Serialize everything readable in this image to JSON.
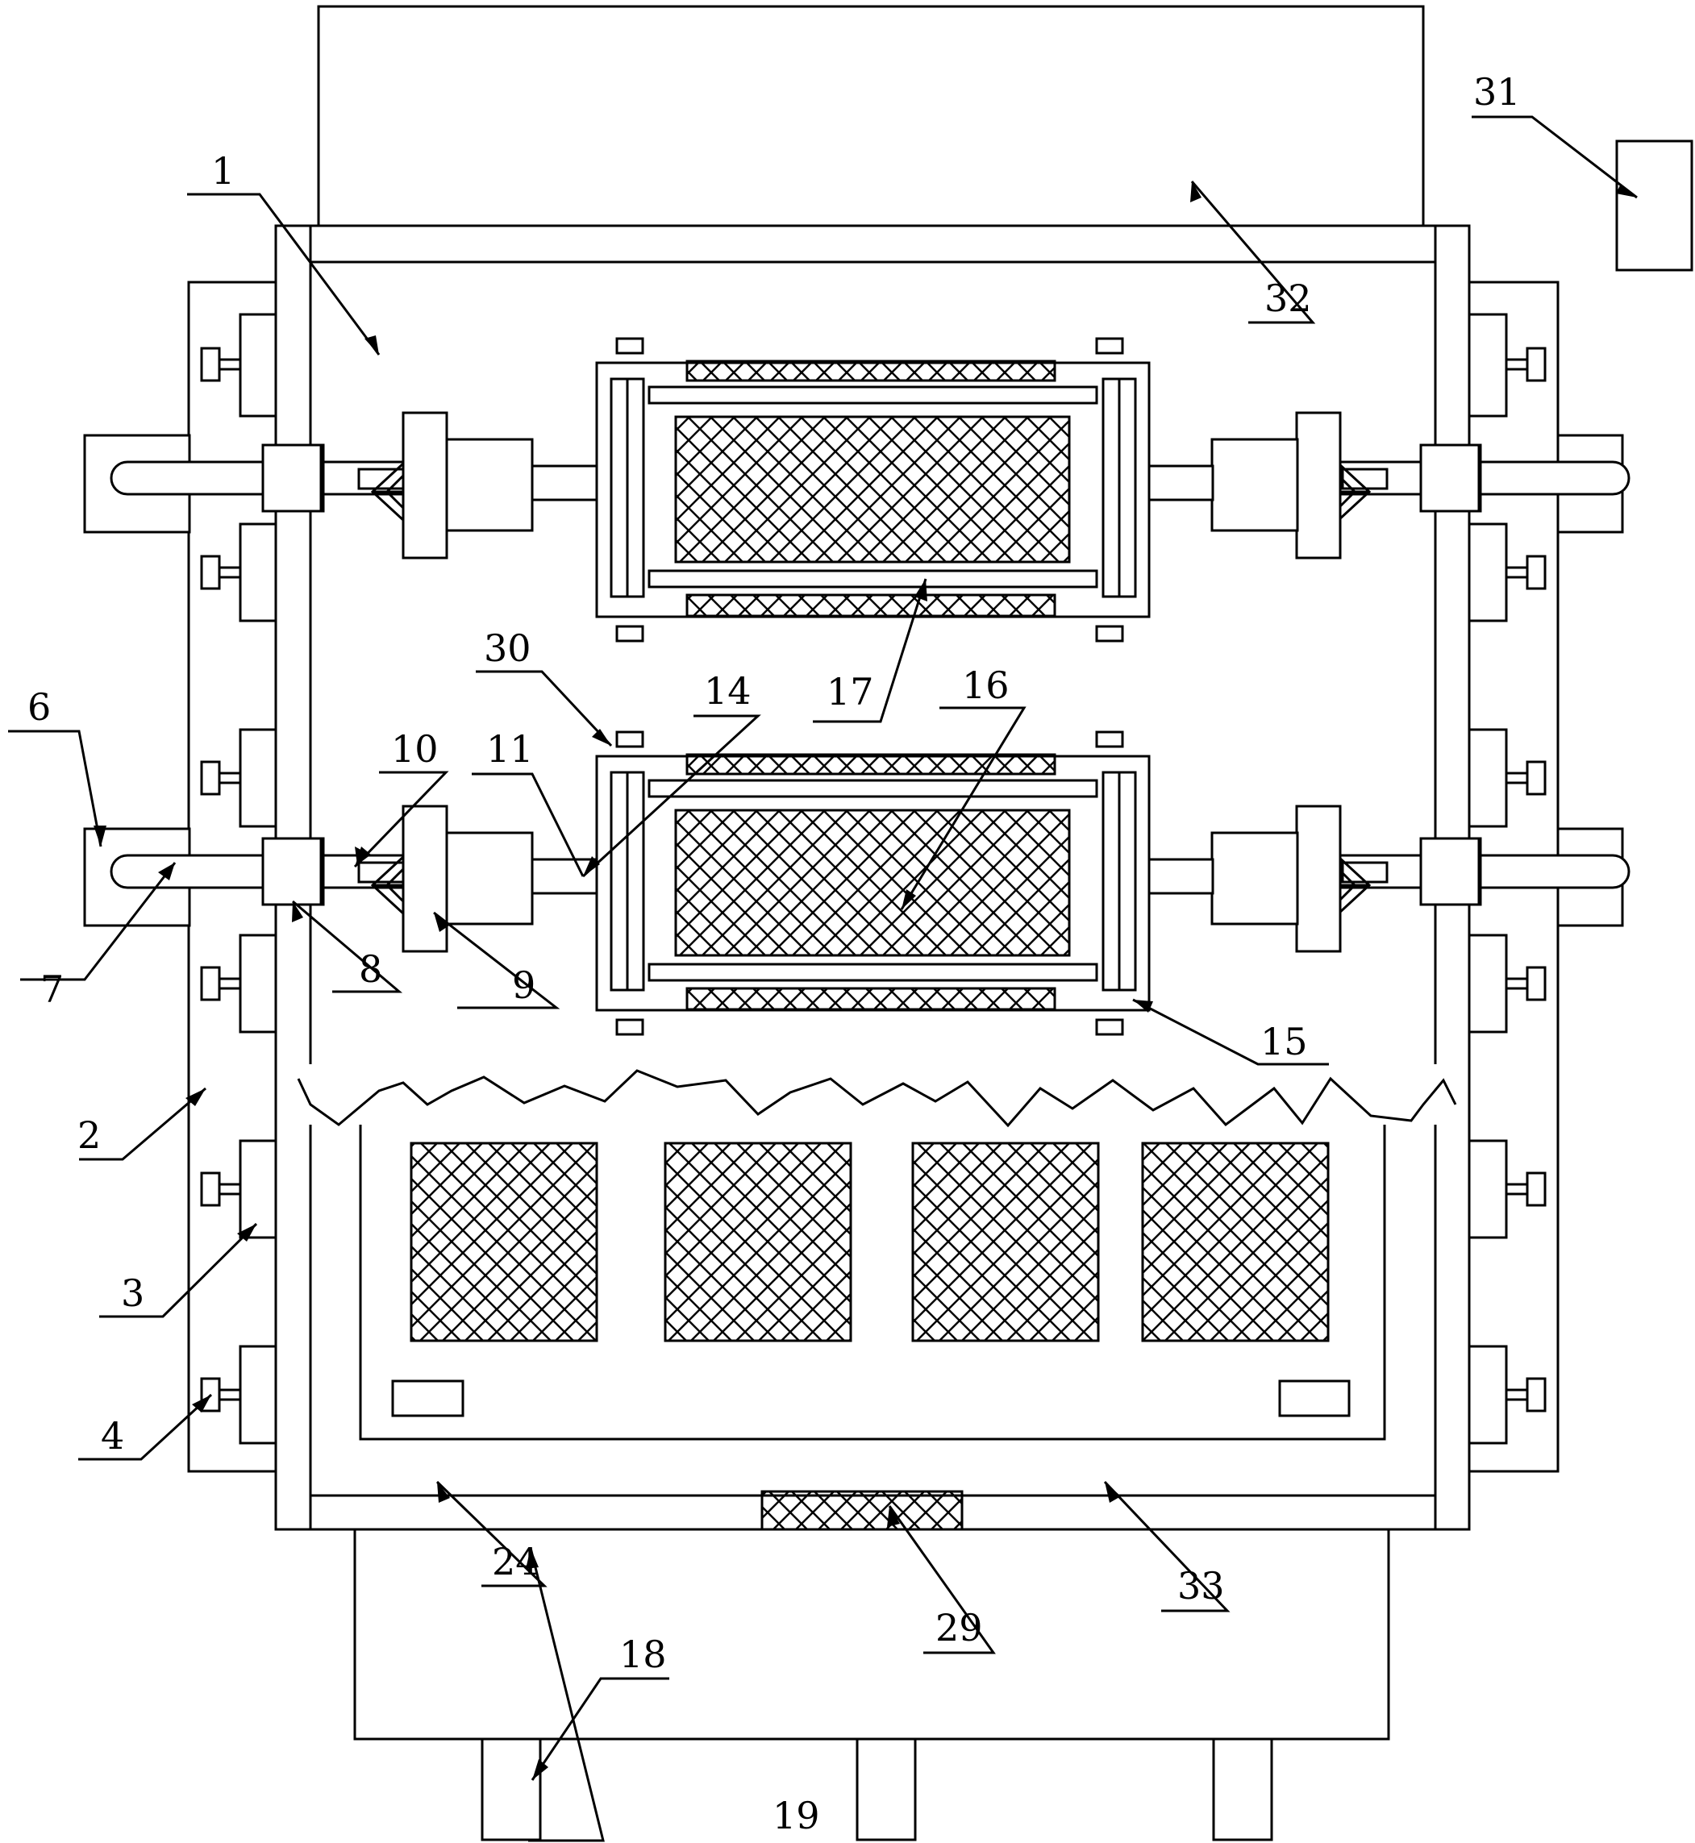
{
  "drawing": {
    "labels": {
      "l1": "1",
      "l2": "2",
      "l3": "3",
      "l4": "4",
      "l6": "6",
      "l7": "7",
      "l8": "8",
      "l9": "9",
      "l10": "10",
      "l11": "11",
      "l14": "14",
      "l15": "15",
      "l16": "16",
      "l17": "17",
      "l18": "18",
      "l19": "19",
      "l24": "24",
      "l29": "29",
      "l30": "30",
      "l31": "31",
      "l32": "32",
      "l33": "33"
    }
  }
}
